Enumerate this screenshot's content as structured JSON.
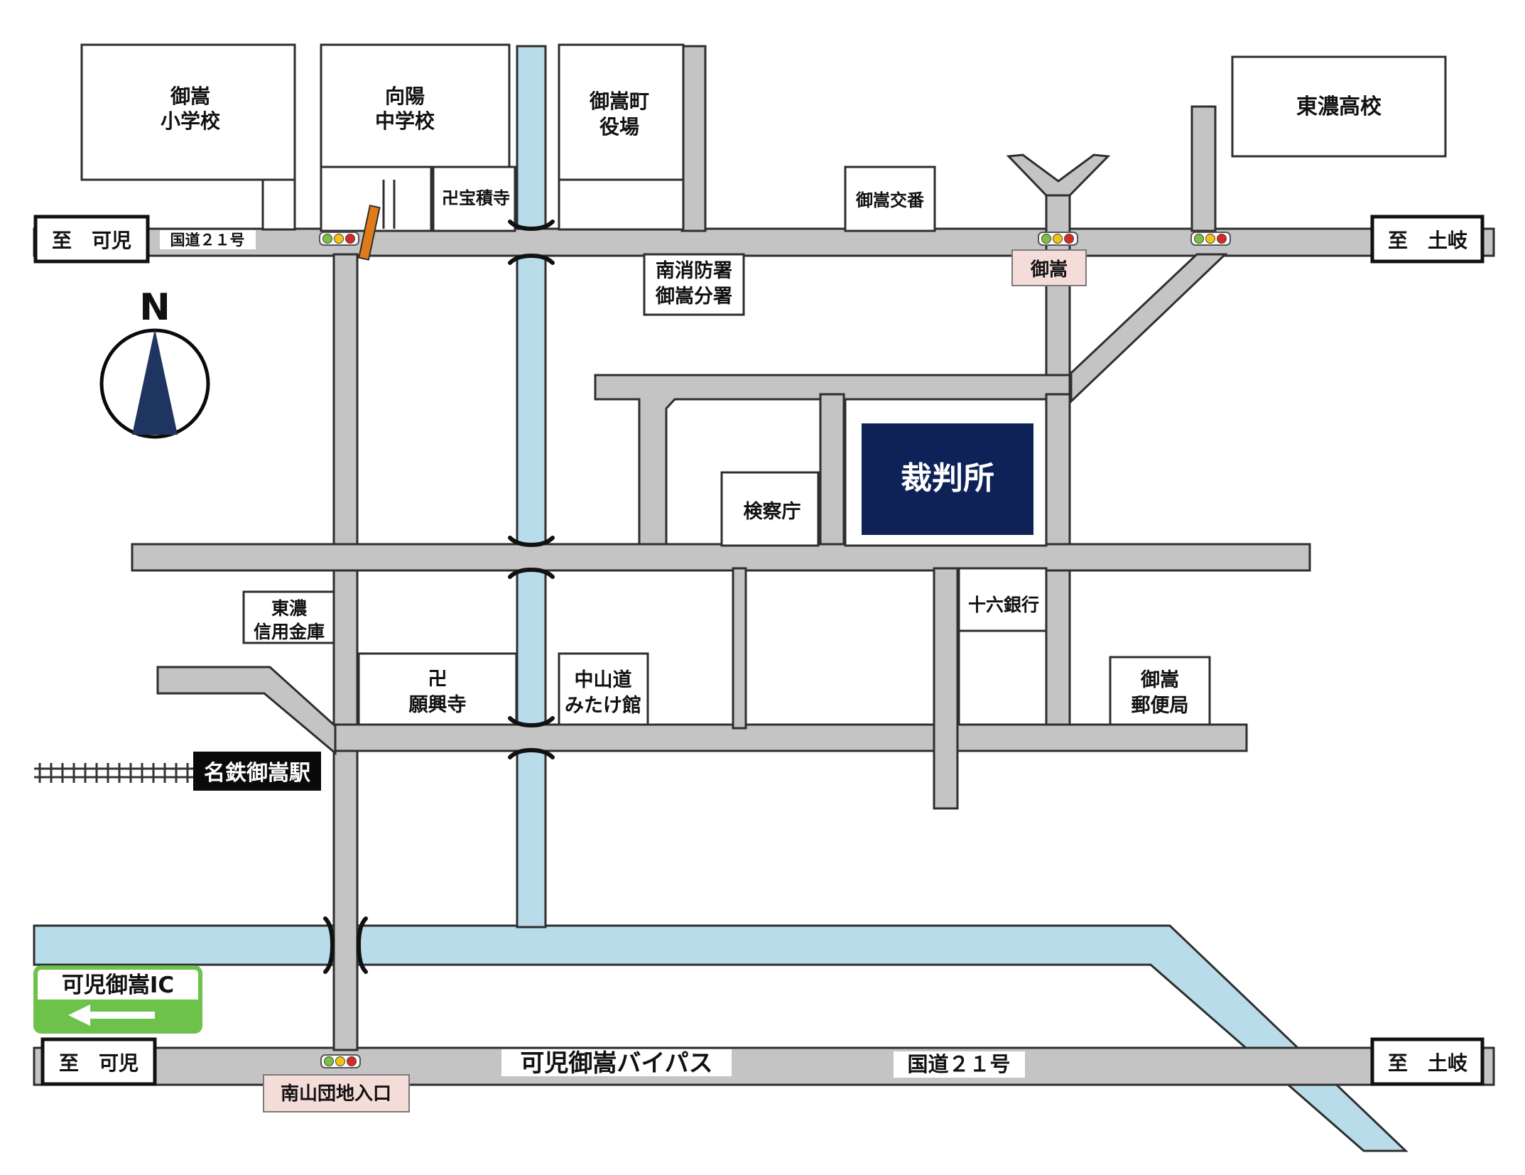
{
  "map": {
    "north_label": "N",
    "landmarks": {
      "mitake_elementary": {
        "line1": "御嵩",
        "line2": "小学校"
      },
      "koyo_junior_high": {
        "line1": "向陽",
        "line2": "中学校"
      },
      "mitake_town_office": {
        "line1": "御嵩町",
        "line2": "役場"
      },
      "toyo_high_school": "東濃高校",
      "hoshakuji": "卍宝積寺",
      "mitake_police_box": "御嵩交番",
      "fire_station": {
        "line1": "南消防署",
        "line2": "御嵩分署"
      },
      "court": "裁判所",
      "prosecutors_office": "検察庁",
      "juroku_bank": "十六銀行",
      "tono_shinkin": {
        "line1": "東濃",
        "line2": "信用金庫"
      },
      "gankoji": {
        "line1": "卍",
        "line2": "願興寺"
      },
      "nakasendo_mitakekan": {
        "line1": "中山道",
        "line2": "みたけ館"
      },
      "post_office": {
        "line1": "御嵩",
        "line2": "郵便局"
      },
      "meitetsu_station": "名鉄御嵩駅"
    },
    "roads": {
      "to_kani_top": "至　可児",
      "route21_top": "国道２１号",
      "to_toki_top": "至　土岐",
      "to_kani_bottom": "至　可児",
      "bypass": "可児御嵩バイパス",
      "route21_bottom": "国道２１号",
      "to_toki_bottom": "至　土岐",
      "kani_mitake_ic": "可児御嵩IC"
    },
    "intersections": {
      "mitake": "御嵩",
      "minamiyama_danchi": "南山団地入口"
    },
    "colors": {
      "road": "#c4c4c4",
      "river": "#b9dcea",
      "court_fill": "#0e2258",
      "compass_fill": "#1e3560",
      "ic_green": "#6cc24a",
      "intersection_label_bg": "#f4dcd8",
      "rail_crossing": "#e07b1a"
    },
    "icons": [
      "compass-icon",
      "traffic-light-icon",
      "railway-track-icon",
      "left-arrow-icon",
      "temple-icon"
    ]
  }
}
